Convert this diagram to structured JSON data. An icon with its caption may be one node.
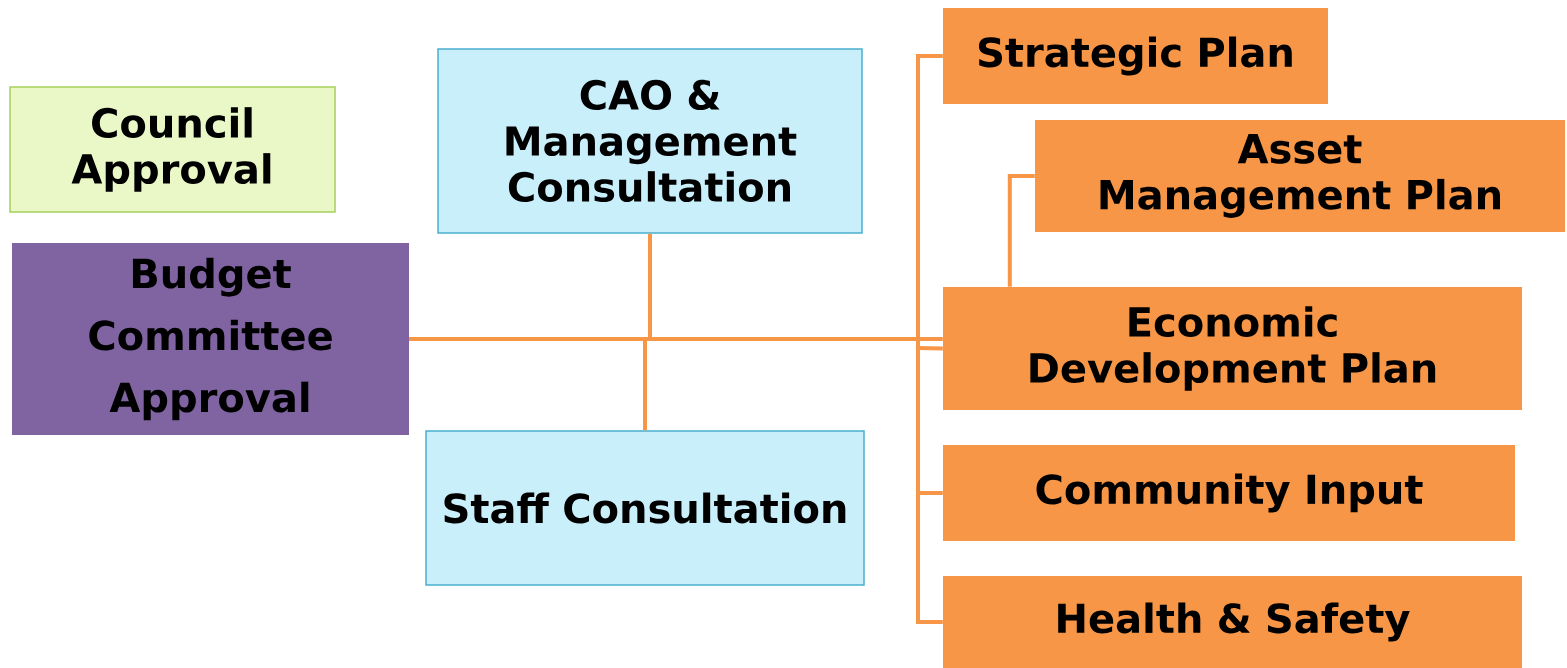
{
  "diagram": {
    "nodes": [
      {
        "text": [
          "Council Approval"
        ]
      },
      {
        "text": [
          "CAO & Management Consultation"
        ]
      },
      {
        "text": [
          "Strategic Plan"
        ]
      },
      {
        "text": [
          "Asset Management Plan"
        ]
      },
      {
        "text": [
          "Budget Committee Approval"
        ]
      },
      {
        "text": [
          "Economic Development Plan"
        ]
      },
      {
        "text": [
          "Staff Consultation"
        ]
      },
      {
        "text": [
          "Community Input"
        ]
      },
      {
        "text": [
          "Health & Safety"
        ]
      }
    ],
    "edges": [
      {
        "from": 1,
        "to": 4,
        "arrow": "none"
      },
      {
        "from": 6,
        "to": 4,
        "arrow": "none"
      },
      {
        "from": 4,
        "to": 5,
        "arrow": "none"
      },
      {
        "from": 4,
        "to": 2,
        "arrow": "none"
      },
      {
        "from": 4,
        "to": 7,
        "arrow": "none"
      },
      {
        "from": 4,
        "to": 8,
        "arrow": "none"
      },
      {
        "from": 3,
        "to": 5,
        "arrow": "none"
      }
    ]
  }
}
